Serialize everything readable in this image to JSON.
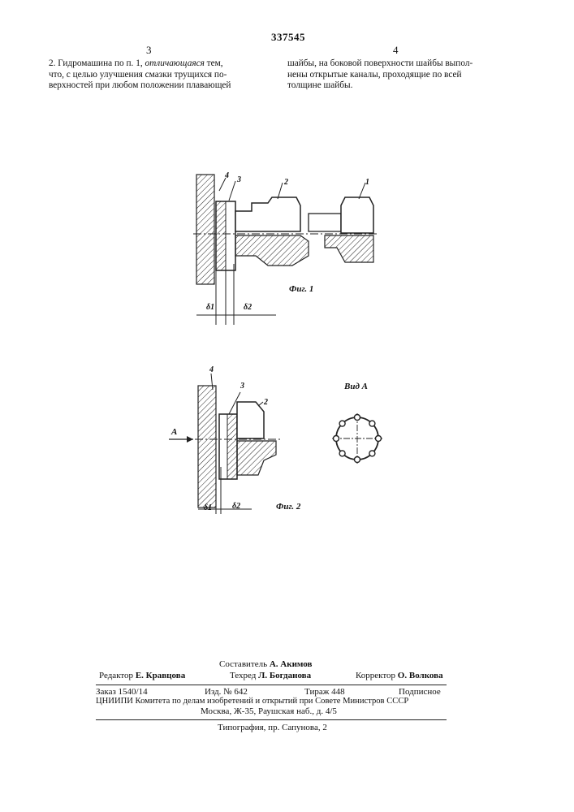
{
  "header": {
    "patent_number": "337545",
    "col_left_num": "3",
    "col_right_num": "4"
  },
  "claim": {
    "left_line1_a": "2. Гидромашина по п. 1, ",
    "left_line1_italic": "отличающаяся",
    "left_line1_b": " тем,",
    "left_line2": "что, с целью улучшения смазки трущихся по-",
    "left_line3": "верхностей при любом положении плавающей",
    "right_line1": "шайбы, на боковой поверхности шайбы выпол-",
    "right_line2": "нены открытые каналы, проходящие по всей",
    "right_line3": "толщине шайбы."
  },
  "figures": {
    "fig1": {
      "label": "Фиг. 1",
      "parts": [
        "1",
        "2",
        "3",
        "4"
      ],
      "gap1": "δ1",
      "gap2": "δ2"
    },
    "fig2": {
      "label": "Фиг. 2",
      "parts": [
        "2",
        "3",
        "4"
      ],
      "arrow_label": "А",
      "gap1": "δ1",
      "gap2": "δ2"
    },
    "view_a": {
      "label": "Вид А"
    }
  },
  "footer": {
    "compiler_label": "Составитель",
    "compiler_name": "А. Акимов",
    "editor_label": "Редактор",
    "editor_name": "Е. Кравцова",
    "techred_label": "Техред",
    "techred_name": "Л. Богданова",
    "corrector_label": "Корректор",
    "corrector_name": "О. Волкова",
    "order": "Заказ 1540/14",
    "edition": "Изд. № 642",
    "print_run": "Тираж 448",
    "subscription": "Подписное",
    "institute_line": "ЦНИИПИ Комитета по делам изобретений и открытий при Совете Министров СССР",
    "address": "Москва, Ж-35, Раушская наб., д. 4/5",
    "printing": "Типография, пр. Сапунова, 2"
  }
}
